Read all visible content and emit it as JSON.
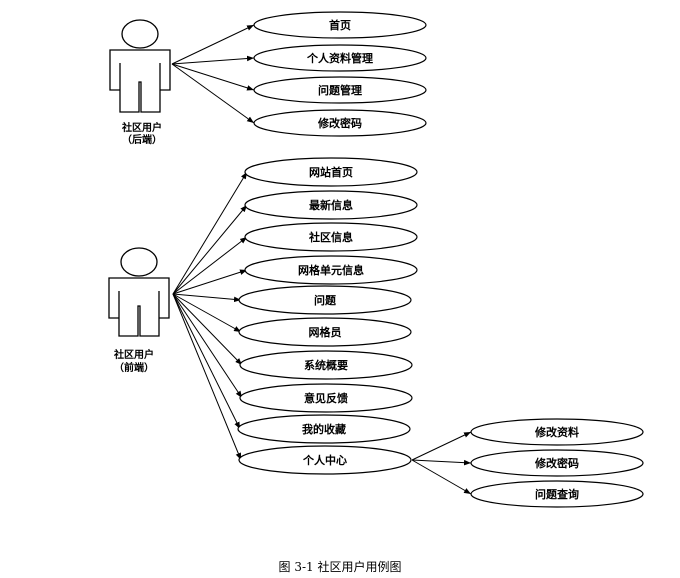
{
  "diagram": {
    "type": "use-case",
    "actors": [
      {
        "id": "backend",
        "name": "社区用户",
        "role": "（后端）"
      },
      {
        "id": "frontend",
        "name": "社区用户",
        "role": "（前端）"
      }
    ],
    "backend_use_cases": [
      "首页",
      "个人资料管理",
      "问题管理",
      "修改密码"
    ],
    "frontend_use_cases": [
      "网站首页",
      "最新信息",
      "社区信息",
      "网格单元信息",
      "问题",
      "网格员",
      "系统概要",
      "意见反馈",
      "我的收藏",
      "个人中心"
    ],
    "personal_center_use_cases": [
      "修改资料",
      "修改密码",
      "问题查询"
    ],
    "colors": {
      "stroke": "#000000",
      "fill": "#ffffff"
    }
  },
  "caption": "图 3-1 社区用户用例图"
}
